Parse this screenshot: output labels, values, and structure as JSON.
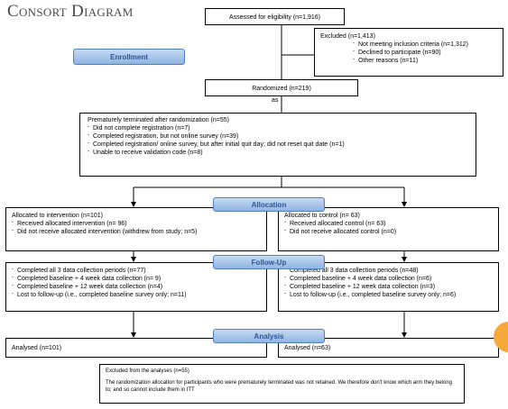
{
  "title": "Consort Diagram",
  "eligibility": "Assessed for eligibility (n=1,916)",
  "excluded": {
    "heading": "Excluded (n=1,413)",
    "items": [
      "Not meeting inclusion criteria (n=1,312)",
      "Declined to participate (n=90)",
      "Other reasons (n=11)"
    ]
  },
  "randomized": "Randomized (n=219)",
  "stray_label": "as",
  "terminated": {
    "heading": "Prematurely terminated after randomization (n=55)",
    "items": [
      "Did not complete registration (n=7)",
      "Completed registration, but not online survey (n=39)",
      "Completed registration/ online survey, but after initial quit day; did not reset quit date (n=1)",
      "Unable to receive validation code (n=8)"
    ]
  },
  "phases": {
    "enrollment": "Enrollment",
    "allocation": "Allocation",
    "followup": "Follow-Up",
    "analysis": "Analysis"
  },
  "intervention": {
    "heading": "Allocated to intervention (n=101)",
    "items": [
      "Received allocated intervention (n= 96)",
      "Did not receive allocated intervention (withdrew from study; n=5)"
    ]
  },
  "control": {
    "heading": "Allocated to control (n= 63)",
    "items": [
      "Received allocated control (n= 63)",
      "Did not receive allocated control (n=0)"
    ]
  },
  "followup_intervention": [
    "Completed all 3 data collection periods (n=77)",
    "Completed baseline + 4 week data collection (n= 9)",
    "Completed baseline + 12 week data collection (n=4)",
    "Lost to follow-up (i.e., completed baseline survey only; n=11)"
  ],
  "followup_control": [
    "Completed all 3 data collection periods (n=48)",
    "Completed baseline + 4 week data collection (n=6)",
    "Completed baseline + 12 week data collection (n=3)",
    "Lost to follow-up (i.e., completed baseline survey only; n=6)"
  ],
  "analysed_intervention": "Analysed (n=101)",
  "analysed_control": "Analysed (n=63)",
  "excluded_analyses": {
    "heading": "Excluded from the analyses (n=55)",
    "text": "The randomization allocation for participants who were prematurely terminated was not retained.  We therefore don't know which arm they belong to; and so cannot include them in ITT"
  }
}
